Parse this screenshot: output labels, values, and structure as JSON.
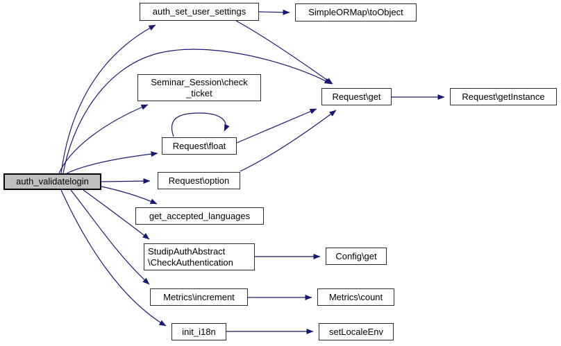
{
  "diagram": {
    "type": "doxygen-call-graph",
    "root_function": "auth_validatelogin",
    "colors": {
      "edge": "#191970",
      "node_border": "#2b2b2b",
      "node_fill": "#ffffff",
      "highlight_fill": "#bfbfbf",
      "text": "#000000",
      "background": "#ffffff"
    },
    "nodes": [
      {
        "id": "auth_validatelogin",
        "label": "auth_validatelogin"
      },
      {
        "id": "auth_set_user_settings",
        "label": "auth_set_user_settings"
      },
      {
        "id": "simpleormap_toobject",
        "label": "SimpleORMap\\toObject"
      },
      {
        "id": "seminar_session_check_ticket",
        "label": "Seminar_Session\\check\n_ticket"
      },
      {
        "id": "request_get",
        "label": "Request\\get"
      },
      {
        "id": "request_getinstance",
        "label": "Request\\getInstance"
      },
      {
        "id": "request_float",
        "label": "Request\\float"
      },
      {
        "id": "request_option",
        "label": "Request\\option"
      },
      {
        "id": "get_accepted_languages",
        "label": "get_accepted_languages"
      },
      {
        "id": "studipauthabstract_checkauthentication",
        "label": "StudipAuthAbstract\n\\CheckAuthentication"
      },
      {
        "id": "config_get",
        "label": "Config\\get"
      },
      {
        "id": "metrics_increment",
        "label": "Metrics\\increment"
      },
      {
        "id": "metrics_count",
        "label": "Metrics\\count"
      },
      {
        "id": "init_i18n",
        "label": "init_i18n"
      },
      {
        "id": "setlocaleenv",
        "label": "setLocaleEnv"
      }
    ],
    "edges": [
      {
        "from": "auth_validatelogin",
        "to": "auth_set_user_settings"
      },
      {
        "from": "auth_validatelogin",
        "to": "request_get"
      },
      {
        "from": "auth_validatelogin",
        "to": "seminar_session_check_ticket"
      },
      {
        "from": "auth_validatelogin",
        "to": "request_float"
      },
      {
        "from": "auth_validatelogin",
        "to": "request_option"
      },
      {
        "from": "auth_validatelogin",
        "to": "get_accepted_languages"
      },
      {
        "from": "auth_validatelogin",
        "to": "studipauthabstract_checkauthentication"
      },
      {
        "from": "auth_validatelogin",
        "to": "metrics_increment"
      },
      {
        "from": "auth_validatelogin",
        "to": "init_i18n"
      },
      {
        "from": "auth_set_user_settings",
        "to": "simpleormap_toobject"
      },
      {
        "from": "auth_set_user_settings",
        "to": "request_get"
      },
      {
        "from": "request_float",
        "to": "request_float"
      },
      {
        "from": "request_float",
        "to": "request_get"
      },
      {
        "from": "request_option",
        "to": "request_get"
      },
      {
        "from": "request_get",
        "to": "request_getinstance"
      },
      {
        "from": "studipauthabstract_checkauthentication",
        "to": "config_get"
      },
      {
        "from": "metrics_increment",
        "to": "metrics_count"
      },
      {
        "from": "init_i18n",
        "to": "setlocaleenv"
      }
    ]
  }
}
